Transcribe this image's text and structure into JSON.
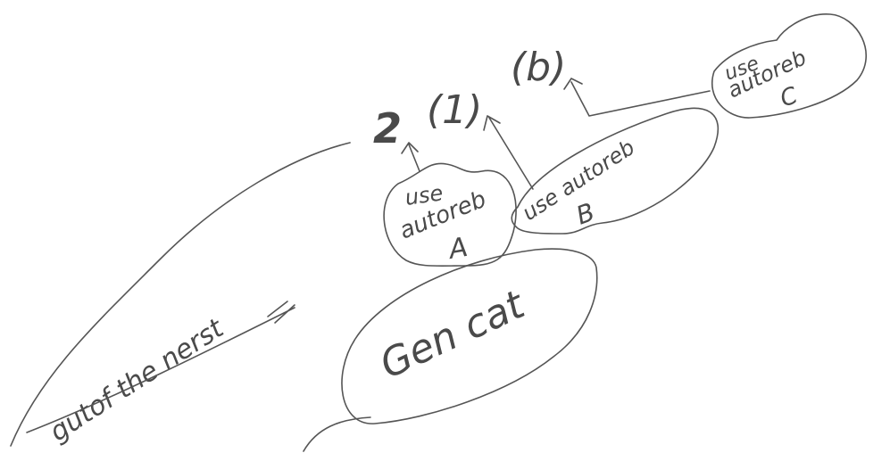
{
  "labels": {
    "top_number": "2",
    "paren_1": "(1)",
    "paren_b": "(b)",
    "node_a": [
      "use",
      "autoreb",
      "A"
    ],
    "node_b": [
      "use autoreb",
      "B"
    ],
    "node_c": [
      "use",
      "autoreb",
      "C"
    ],
    "gen_cat": "Gen cat",
    "side_note": "gutof the nerst"
  }
}
